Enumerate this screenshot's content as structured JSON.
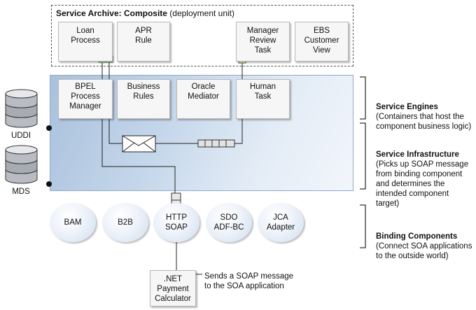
{
  "archive": {
    "title_bold": "Service Archive: Composite",
    "title_rest": " (deployment unit)",
    "components": [
      {
        "id": "loan",
        "label": "Loan\nProcess"
      },
      {
        "id": "apr",
        "label": "APR\nRule"
      },
      {
        "id": "manager",
        "label": "Manager\nReview\nTask"
      },
      {
        "id": "ebs",
        "label": "EBS\nCustomer\nView"
      }
    ]
  },
  "engines": [
    {
      "id": "bpel",
      "label": "BPEL\nProcess\nManager"
    },
    {
      "id": "rules",
      "label": "Business\nRules"
    },
    {
      "id": "mediator",
      "label": "Oracle\nMediator"
    },
    {
      "id": "human",
      "label": "Human\nTask"
    }
  ],
  "bindings": [
    {
      "id": "bam",
      "label": "BAM"
    },
    {
      "id": "b2b",
      "label": "B2B"
    },
    {
      "id": "http",
      "label": "HTTP\nSOAP"
    },
    {
      "id": "sdo",
      "label": "SDO\nADF-BC"
    },
    {
      "id": "jca",
      "label": "JCA\nAdapter"
    }
  ],
  "repositories": [
    {
      "id": "uddi",
      "label": "UDDI"
    },
    {
      "id": "mds",
      "label": "MDS"
    }
  ],
  "client": {
    "label": ".NET\nPayment\nCalculator"
  },
  "client_note": "Sends a SOAP message\nto the SOA application",
  "layers": [
    {
      "id": "engines",
      "heading": "Service Engines",
      "body": "(Containers that host the\ncomponent business logic)"
    },
    {
      "id": "infrastructure",
      "heading": "Service Infrastructure",
      "body": "(Picks up SOAP message\nfrom binding component\nand determines the\nintended component\ntarget)"
    },
    {
      "id": "bindings",
      "heading": "Binding Components",
      "body": "(Connect SOA applications\nto the outside world)"
    }
  ],
  "colors": {
    "panel_blue": "#b7cce3",
    "box_fill": "#f6f6f6",
    "bracket": "#333333"
  }
}
